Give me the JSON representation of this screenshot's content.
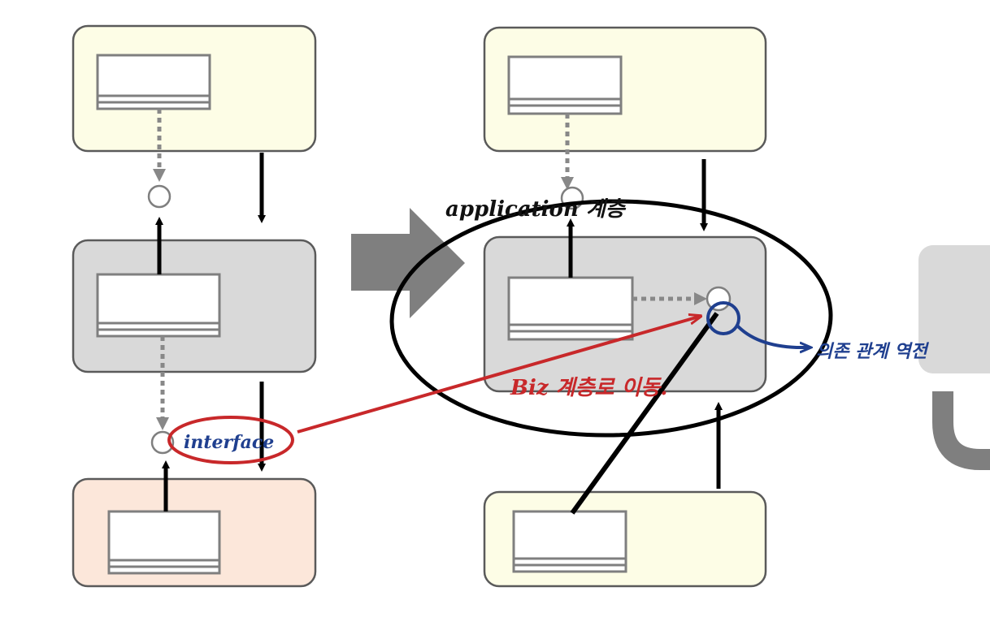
{
  "colors": {
    "box_yellow": "#fdfde6",
    "box_gray": "#d9d9d9",
    "box_peach": "#fce7da",
    "box_border": "#5a5a5a",
    "arrow_black": "#000000",
    "arrow_dashed": "#888888",
    "big_arrow": "#7f7f7f",
    "annotation_blue": "#1f3f8f",
    "annotation_red": "#c8282a"
  },
  "annotations": {
    "interface": "interface",
    "application": "application 계층",
    "biz": "Biz 계층로 이동.",
    "dependency": "의존 관계 역전"
  }
}
